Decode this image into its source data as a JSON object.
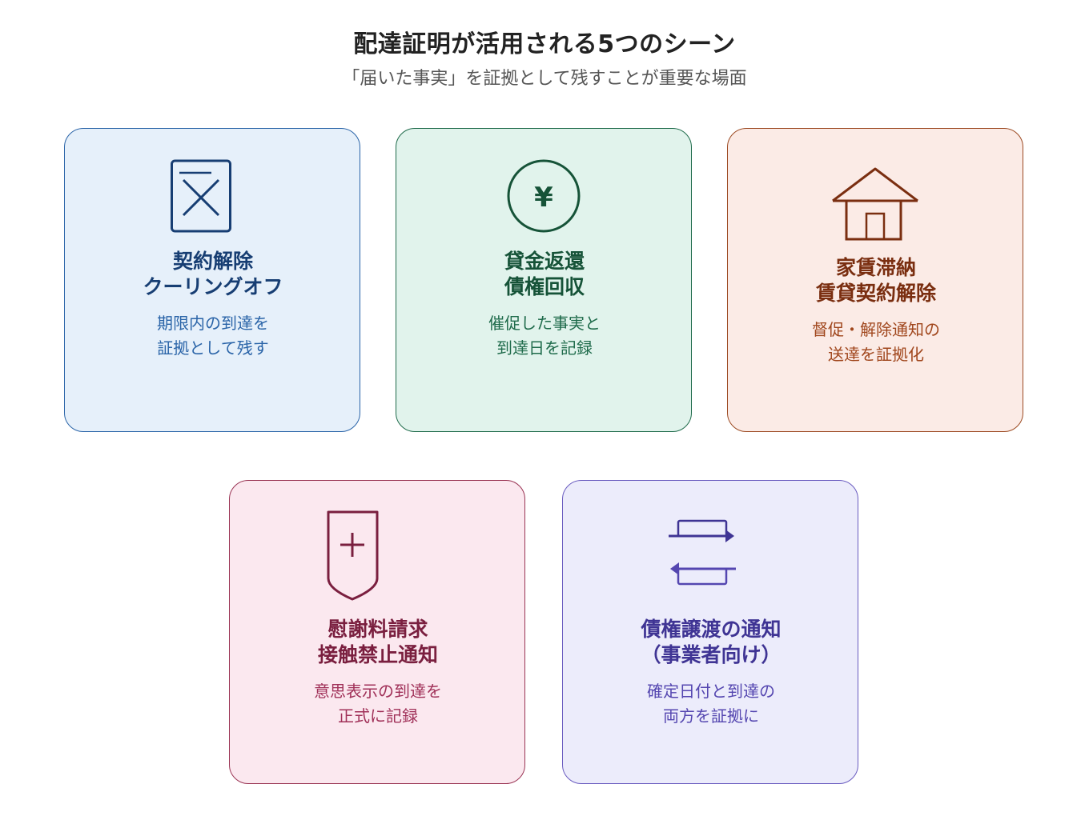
{
  "header": {
    "title": "配達証明が活用される5つのシーン",
    "subtitle": "「届いた事実」を証拠として残すことが重要な場面"
  },
  "cards": [
    {
      "icon": "document-cross-icon",
      "heading": [
        "契約解除",
        "クーリングオフ"
      ],
      "desc": [
        "期限内の到達を",
        "証拠として残す"
      ],
      "color": "#2a64a8"
    },
    {
      "icon": "yen-coin-icon",
      "heading": [
        "貸金返還",
        "債権回収"
      ],
      "desc": [
        "催促した事実と",
        "到達日を記録"
      ],
      "color": "#1f6b4b"
    },
    {
      "icon": "house-icon",
      "heading": [
        "家賃滞納",
        "賃貸契約解除"
      ],
      "desc": [
        "督促・解除通知の",
        "送達を証拠化"
      ],
      "color": "#9c4a22"
    },
    {
      "icon": "shield-plus-icon",
      "heading": [
        "慰謝料請求",
        "接触禁止通知"
      ],
      "desc": [
        "意思表示の到達を",
        "正式に記録"
      ],
      "color": "#9a3454"
    },
    {
      "icon": "transfer-arrows-icon",
      "heading": [
        "債権譲渡の通知",
        "（事業者向け）"
      ],
      "desc": [
        "確定日付と到達の",
        "両方を証拠に"
      ],
      "color": "#5446b0"
    }
  ]
}
